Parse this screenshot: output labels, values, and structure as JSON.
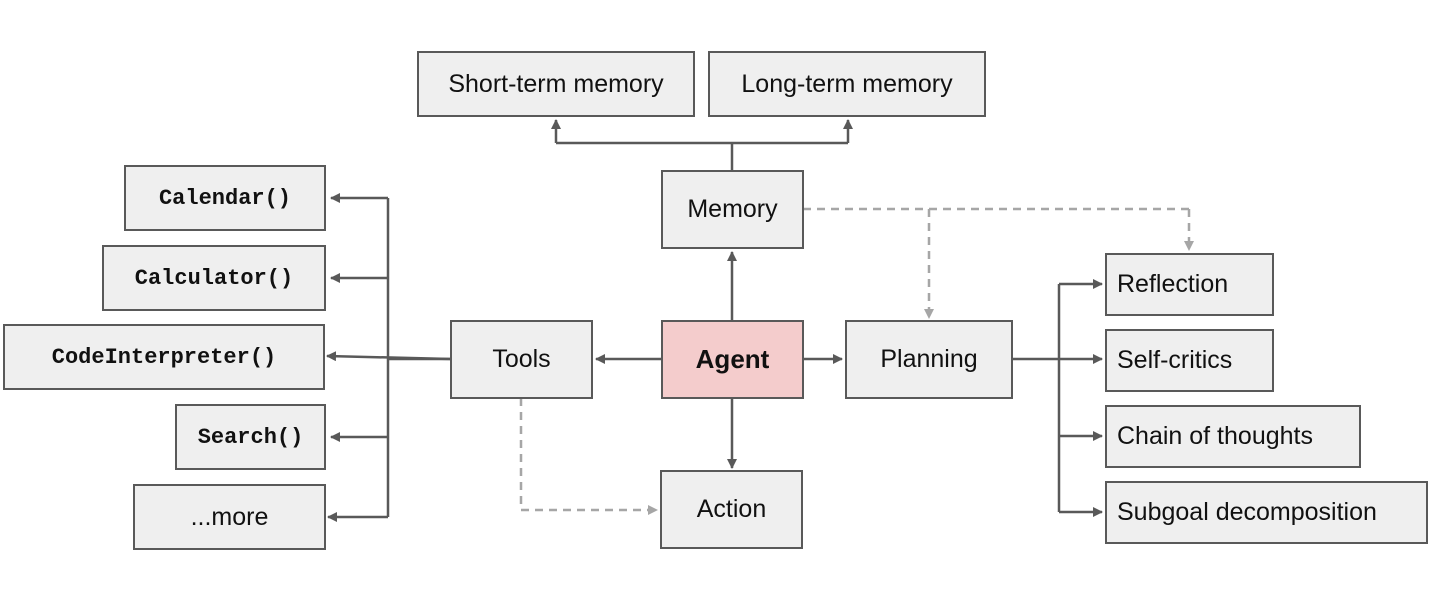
{
  "nodes": {
    "short_term_memory": "Short-term memory",
    "long_term_memory": "Long-term memory",
    "memory": "Memory",
    "agent": "Agent",
    "tools": "Tools",
    "planning": "Planning",
    "action": "Action",
    "calendar": "Calendar()",
    "calculator": "Calculator()",
    "code_interpreter": "CodeInterpreter()",
    "search": "Search()",
    "more": "...more",
    "reflection": "Reflection",
    "self_critics": "Self-critics",
    "chain_of_thoughts": "Chain of thoughts",
    "subgoal_decomposition": "Subgoal decomposition"
  },
  "colors": {
    "node_fill": "#efefef",
    "node_border": "#595959",
    "agent_fill": "#f4cccc",
    "solid_edge": "#595959",
    "dashed_edge": "#a6a6a6"
  }
}
